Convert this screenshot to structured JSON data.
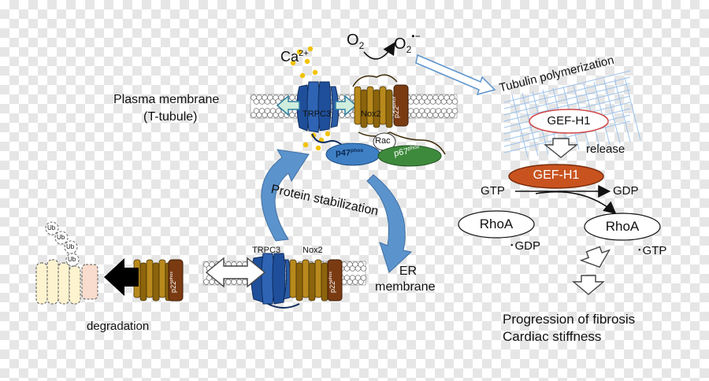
{
  "labels": {
    "plasma_membrane": "Plasma membrane",
    "t_tubule": "(T-tubule)",
    "er": "ER",
    "er_membrane": "membrane",
    "protein_stabilization": "Protein stabilization",
    "degradation": "degradation",
    "trpc3_top": "TRPC3",
    "nox2_top": "Nox2",
    "trpc3_bottom": "TRPC3",
    "nox2_bottom": "Nox2",
    "p22": "p22",
    "p22_sup": "phox",
    "p47": "p47",
    "p47_sup": "phox",
    "p67": "p67",
    "p67_sup": "phox",
    "rac": "Rac",
    "ub": "Ub",
    "ca": "Ca",
    "ca_sup": "2+",
    "o2": "O",
    "o2_sub": "2",
    "superoxide": "O",
    "superoxide_sub": "2",
    "superoxide_sup": "•−",
    "tubulin": "Tubulin polymerization",
    "gef_h1_bound": "GEF-H1",
    "release": "release",
    "gef_h1_free": "GEF-H1",
    "gtp": "GTP",
    "gdp": "GDP",
    "rhoa_gdp": "RhoA",
    "gdp_tag": "･GDP",
    "rhoa_gtp": "RhoA",
    "gtp_tag": "･GTP",
    "fibrosis": "Progression of fibrosis",
    "stiffness": "Cardiac stiffness"
  },
  "colors": {
    "trpc3": "#1f4f9a",
    "nox2": "#a67a14",
    "p22": "#7a3b12",
    "p47": "#3f7fc4",
    "p67": "#3e8a3c",
    "gef_h1": "#c8531f",
    "arrow_blue": "#5b93cc",
    "ca_dot": "#f2c200"
  }
}
